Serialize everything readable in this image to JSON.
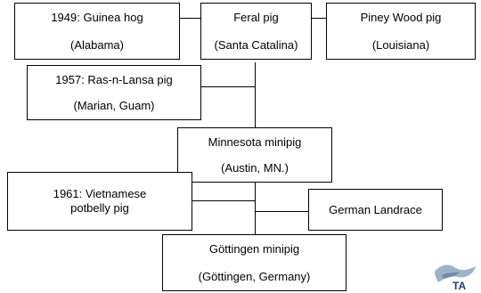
{
  "nodes": {
    "guinea_hog": {
      "line1": "1949: Guinea hog",
      "line2": "(Alabama)"
    },
    "feral_pig": {
      "line1": "Feral pig",
      "line2": "(Santa Catalina)"
    },
    "piney_wood": {
      "line1": "Piney Wood pig",
      "line2": "(Louisiana)"
    },
    "ras_n_lansa": {
      "line1": "1957: Ras-n-Lansa pig",
      "line2": "(Marian, Guam)"
    },
    "minnesota": {
      "line1": "Minnesota minipig",
      "line2": "(Austin, MN.)"
    },
    "vietnamese": {
      "line1": "1961: Vietnamese",
      "line2": "potbelly pig"
    },
    "german": {
      "line1": "German Landrace"
    },
    "gottingen": {
      "line1": "Göttingen minipig",
      "line2": "(Göttingen, Germany)"
    }
  },
  "logo": {
    "text": "TA"
  }
}
